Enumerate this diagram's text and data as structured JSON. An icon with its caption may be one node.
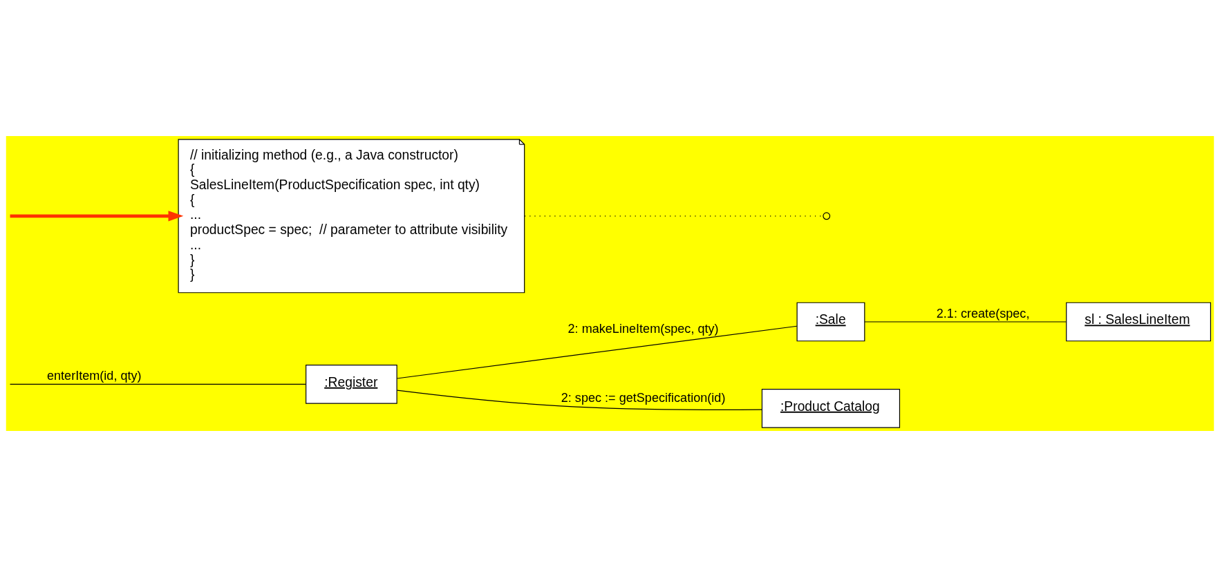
{
  "diagram": {
    "nodes": [
      {
        "text": [
          ":Register"
        ]
      },
      {
        "text": [
          ":Sale"
        ]
      },
      {
        "text": [
          ":Product Catalog"
        ]
      },
      {
        "text": [
          "sl : SalesLineItem"
        ]
      },
      {
        "text": [
          "// initializing method (e.g., a Java constructor)",
          "{",
          "SalesLineItem(ProductSpecification spec, int qty)",
          "{",
          "...",
          "productSpec = spec;  // parameter to attribute visibility",
          "...",
          "}",
          "}"
        ]
      }
    ],
    "edges": [
      {
        "from": null,
        "to": 0,
        "arrow": "none",
        "label": "enterItem(id, qty)"
      },
      {
        "from": 0,
        "to": 1,
        "arrow": "none",
        "label": "2: makeLineItem(spec, qty)"
      },
      {
        "from": 0,
        "to": 2,
        "arrow": "none",
        "label": "2: spec := getSpecification(id)"
      },
      {
        "from": 1,
        "to": 3,
        "arrow": "none",
        "label": "2.1: create(spec,"
      },
      {
        "from": 4,
        "to": null,
        "arrow": "other",
        "style": "dashed"
      },
      {
        "from": null,
        "to": 4,
        "arrow": "to",
        "style": "thick",
        "color": "#ff3300"
      }
    ]
  }
}
